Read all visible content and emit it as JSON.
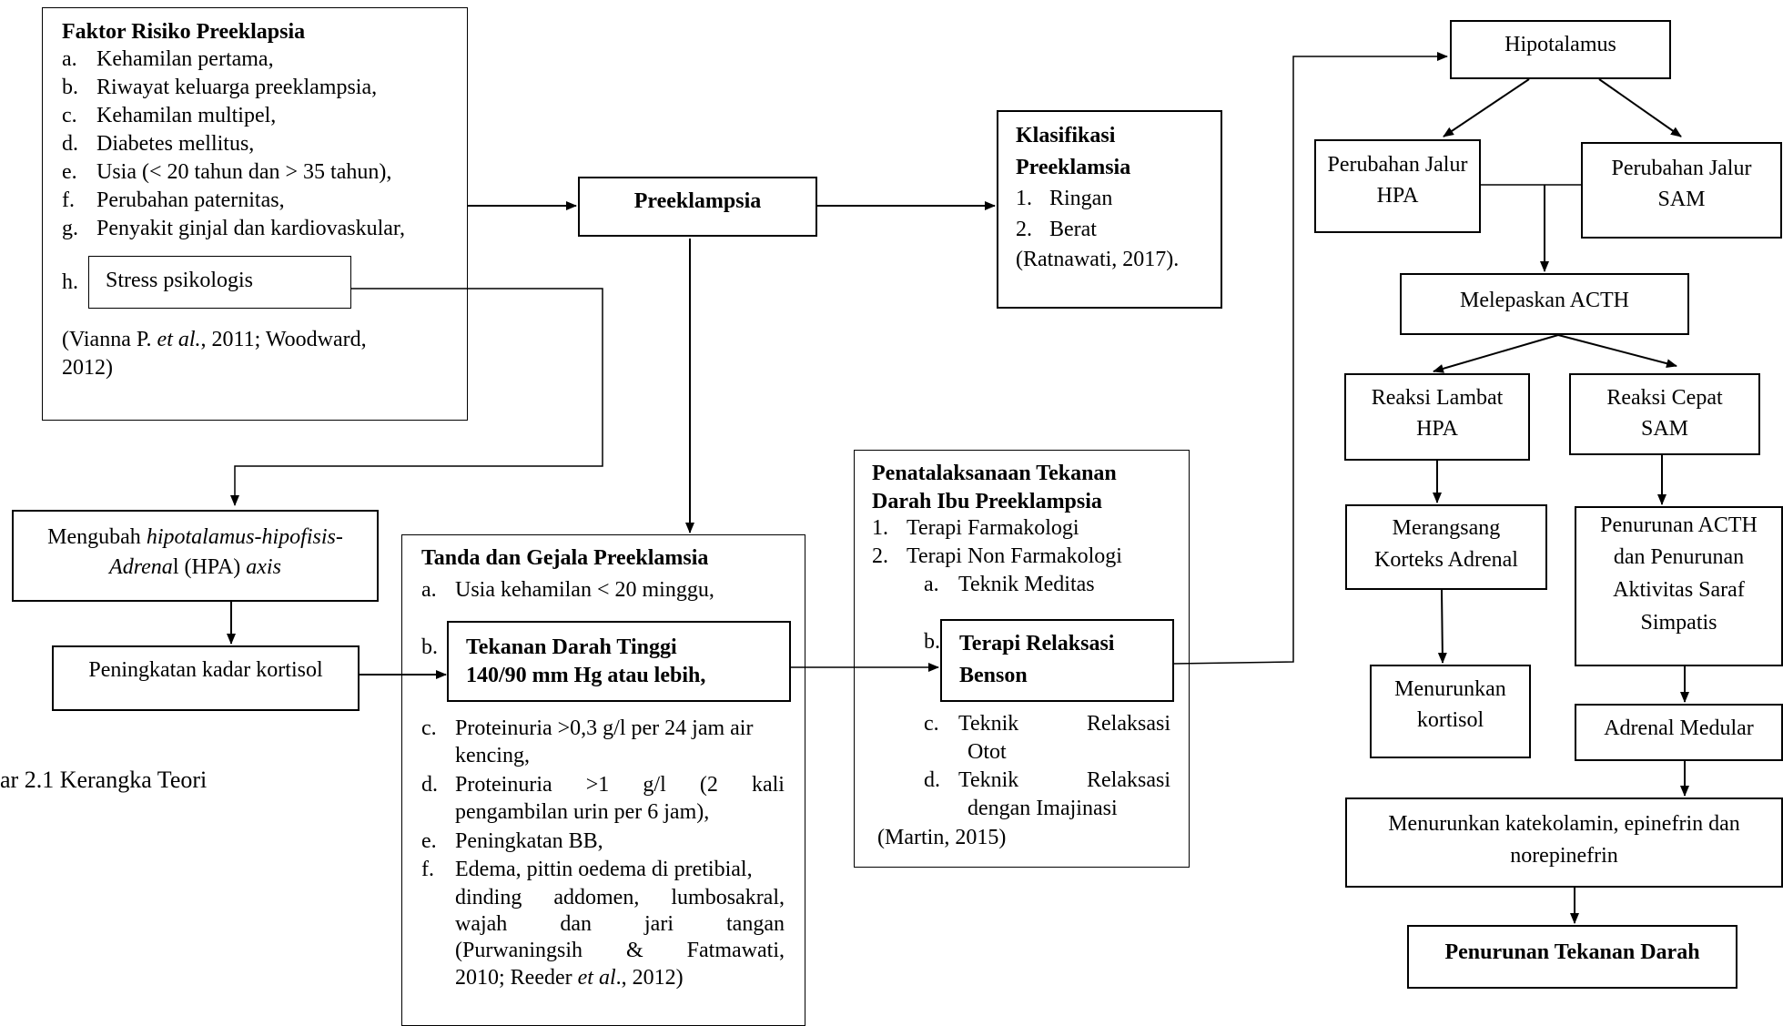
{
  "risk": {
    "title": "Faktor Risiko Preeklapsia",
    "items": [
      {
        "m": "a.",
        "t": "Kehamilan pertama,"
      },
      {
        "m": "b.",
        "t": "Riwayat keluarga preeklampsia,"
      },
      {
        "m": "c.",
        "t": "Kehamilan multipel,"
      },
      {
        "m": "d.",
        "t": "Diabetes mellitus,"
      },
      {
        "m": "e.",
        "t": "Usia (< 20 tahun dan > 35 tahun),"
      },
      {
        "m": "f.",
        "t": "Perubahan paternitas,"
      },
      {
        "m": "g.",
        "t": "Penyakit ginjal dan kardiovaskular,"
      }
    ],
    "h_marker": "h.",
    "h_text": "Stress psikologis",
    "ref_a": "(Vianna P. ",
    "ref_etal": "et al.",
    "ref_b": ", 2011; Woodward,",
    "ref_c": "2012)"
  },
  "preeklampsia": "Preeklampsia",
  "klasifikasi": {
    "title1": "Klasifikasi",
    "title2": "Preeklamsia",
    "items": [
      {
        "m": "1.",
        "t": "Ringan"
      },
      {
        "m": "2.",
        "t": "Berat"
      }
    ],
    "ref": "(Ratnawati, 2017)."
  },
  "hpa": {
    "line1a": "Mengubah ",
    "line1b": "hipotalamus-hipofisis-",
    "line2a": "Adrena",
    "line2b": "l (HPA) ",
    "line2c": "axis"
  },
  "kortisol": "Peningkatan kadar kortisol",
  "caption": "ar 2.1 Kerangka Teori",
  "tanda": {
    "title": "Tanda dan Gejala Preeklamsia",
    "a_m": "a.",
    "a_t": "Usia kehamilan < 20 minggu,",
    "b_m": "b.",
    "b_1": "Tekanan Darah Tinggi",
    "b_2": "140/90 mm Hg atau lebih,",
    "c_m": "c.",
    "c_1": "Proteinuria >0,3 g/l per 24 jam air",
    "c_2": "kencing,",
    "d_m": "d.",
    "d_1": [
      "Proteinuria",
      ">1",
      "g/l",
      "(2",
      "kali"
    ],
    "d_2": "pengambilan urin per 6 jam),",
    "e_m": "e.",
    "e_t": "Peningkatan BB,",
    "f_m": "f.",
    "f_1": "Edema, pittin oedema di pretibial,",
    "f_2": [
      "dinding",
      "addomen,",
      "lumbosakral,"
    ],
    "f_3": [
      "wajah",
      "dan",
      "jari",
      "tangan"
    ],
    "f_4": [
      "(Purwaningsih",
      "&",
      "Fatmawati,"
    ],
    "f_5a": "2010; Reeder ",
    "f_5b": "et al",
    "f_5c": "., 2012)"
  },
  "penata": {
    "title1": "Penatalaksanaan Tekanan",
    "title2": "Darah Ibu Preeklampsia",
    "i1_m": "1.",
    "i1": "Terapi Farmakologi",
    "i2_m": "2.",
    "i2": "Terapi Non Farmakologi",
    "a_m": "a.",
    "a_t": "Teknik Meditas",
    "b_m": "b.",
    "b_1": "Terapi Relaksasi",
    "b_2": "Benson",
    "c_m": "c.",
    "c_1": [
      "Teknik",
      "Relaksasi"
    ],
    "c_2": "Otot",
    "d_m": "d.",
    "d_1": [
      "Teknik",
      "Relaksasi"
    ],
    "d_2": "dengan Imajinasi",
    "ref": "(Martin, 2015)"
  },
  "right": {
    "hipotalamus": "Hipotalamus",
    "jalur_hpa": [
      "Perubahan Jalur",
      "HPA"
    ],
    "jalur_sam": [
      "Perubahan Jalur",
      "SAM"
    ],
    "acth": "Melepaskan ACTH",
    "lambat": [
      "Reaksi Lambat",
      "HPA"
    ],
    "cepat": [
      "Reaksi Cepat",
      "SAM"
    ],
    "korteks": [
      "Merangsang",
      "Korteks Adrenal"
    ],
    "penurunan_acth": [
      "Penurunan ACTH",
      "dan Penurunan",
      "Aktivitas Saraf",
      "Simpatis"
    ],
    "menurunkan_kortisol": [
      "Menurunkan",
      "kortisol"
    ],
    "medular": "Adrenal Medular",
    "katekolamin": [
      "Menurunkan katekolamin, epinefrin dan",
      "norepinefrin"
    ],
    "final": "Penurunan Tekanan Darah"
  }
}
